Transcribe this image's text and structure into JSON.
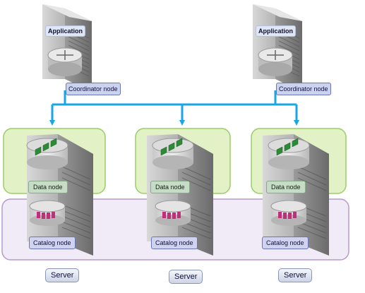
{
  "labels": {
    "application": "Application",
    "coordinator": "Coordinator node",
    "data": "Data node",
    "catalog": "Catalog node",
    "server": "Server"
  },
  "colors": {
    "connector": "#1aa5e6",
    "data_group_fill": "#e3f2c6",
    "data_group_stroke": "#9ccb6a",
    "catalog_group_fill": "#efe6f6",
    "catalog_group_stroke": "#b79ad2",
    "data_accent": "#2d8a36",
    "catalog_accent": "#c0307a"
  },
  "icons": [
    "server-tower-icon",
    "router-icon",
    "database-disk-icon"
  ]
}
